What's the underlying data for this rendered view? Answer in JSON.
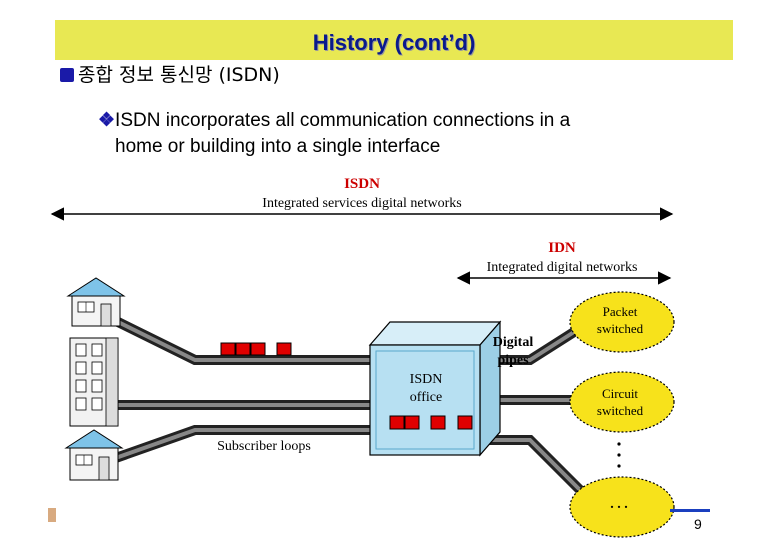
{
  "slide": {
    "title": "History (cont’d)",
    "bullet1": "종합 정보 통신망 (ISDN)",
    "bullet2_line1": "ISDN incorporates all communication connections in a",
    "bullet2_line2": "home or building into a single interface",
    "page_number": "9"
  },
  "diagram": {
    "isdn_title": "ISDN",
    "isdn_subtitle": "Integrated services digital networks",
    "idn_title": "IDN",
    "idn_subtitle": "Integrated digital networks",
    "digital_pipes_1": "Digital",
    "digital_pipes_2": "pipes",
    "office_1": "ISDN",
    "office_2": "office",
    "subscriber_loops": "Subscriber loops",
    "packet_1": "Packet",
    "packet_2": "switched",
    "circuit_1": "Circuit",
    "circuit_2": "switched",
    "ellipsis_oval": ". . .",
    "colors": {
      "title_bar": "#e8e853",
      "title_text": "#0a1a8c",
      "label_red": "#cc0000",
      "oval": "#f7e21b",
      "office_box": "#b7e0f2",
      "packet": "#e00000"
    }
  }
}
